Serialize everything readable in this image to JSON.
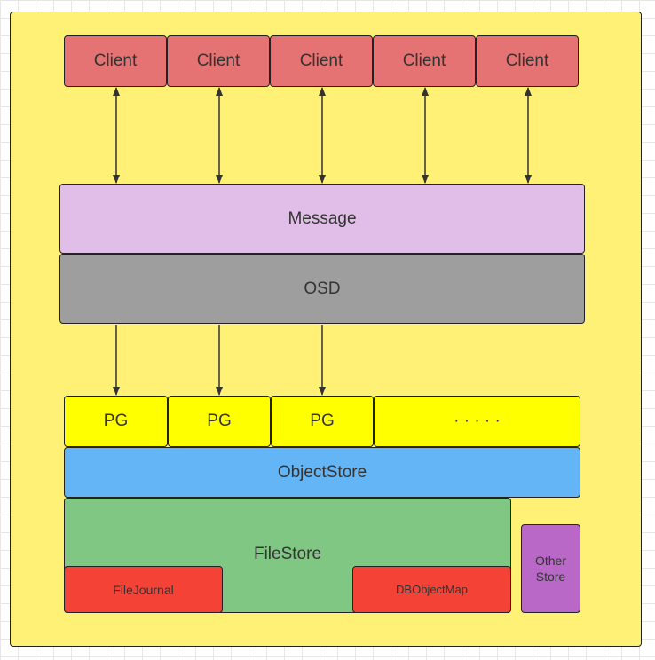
{
  "clients": [
    "Client",
    "Client",
    "Client",
    "Client",
    "Client"
  ],
  "message": "Message",
  "osd": "OSD",
  "pgs": [
    "PG",
    "PG",
    "PG",
    "· · · · ·"
  ],
  "object_store": "ObjectStore",
  "file_store": "FileStore",
  "file_journal": "FileJournal",
  "db_object_map": "DBObjectMap",
  "other_store": "Other\nStore",
  "colors": {
    "background": "#fff176",
    "client": "#e57373",
    "message": "#e1bee7",
    "osd": "#9e9e9e",
    "pg": "#ffff00",
    "object_store": "#64b5f6",
    "file_store": "#81c784",
    "red_box": "#f44336",
    "other_store": "#ba68c8"
  }
}
